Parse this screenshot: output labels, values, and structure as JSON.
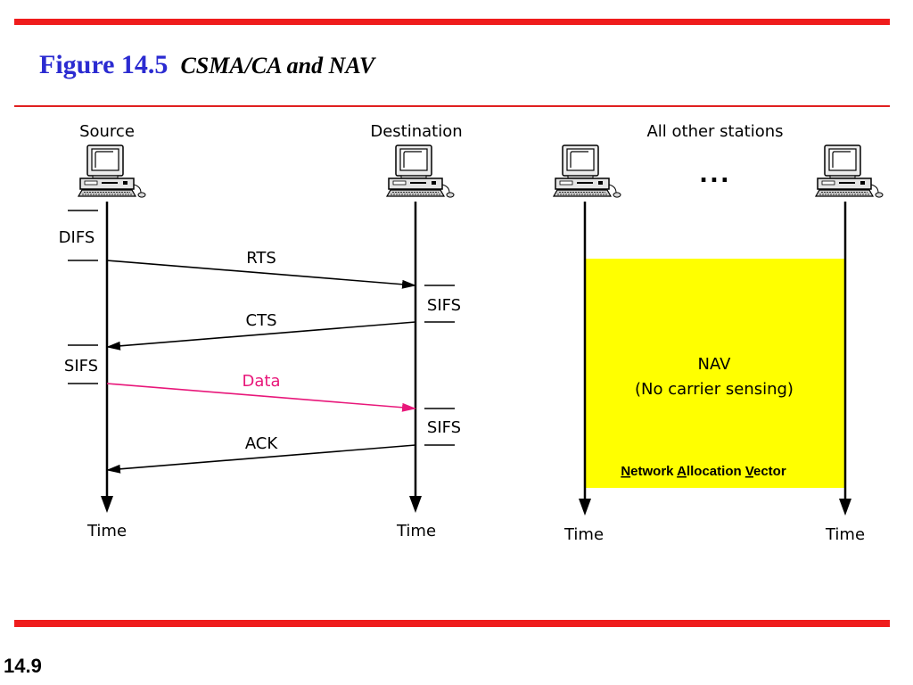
{
  "title": {
    "figure": "Figure 14.5",
    "caption": "CSMA/CA and NAV"
  },
  "slide_number": "14.9",
  "stations": {
    "source": "Source",
    "destination": "Destination",
    "others": "All other stations",
    "ellipsis": "..."
  },
  "timeline": {
    "source_time": "Time",
    "destination_time": "Time",
    "other1_time": "Time",
    "other2_time": "Time"
  },
  "intervals": {
    "difs": "DIFS",
    "sifs_dest_1": "SIFS",
    "sifs_source": "SIFS",
    "sifs_dest_2": "SIFS"
  },
  "frames": {
    "rts": "RTS",
    "cts": "CTS",
    "data": "Data",
    "ack": "ACK"
  },
  "nav": {
    "title": "NAV",
    "subtitle": "(No carrier sensing)",
    "caption_parts": [
      {
        "text": "N",
        "underline": true
      },
      {
        "text": "etwork ",
        "underline": false
      },
      {
        "text": "A",
        "underline": true
      },
      {
        "text": "llocation ",
        "underline": false
      },
      {
        "text": "V",
        "underline": true
      },
      {
        "text": "ector",
        "underline": false
      }
    ]
  },
  "colors": {
    "rule": "#ef1c1c",
    "figure_number": "#2b2bd1",
    "data_arrow": "#e8177a",
    "nav_fill": "#ffff00"
  }
}
